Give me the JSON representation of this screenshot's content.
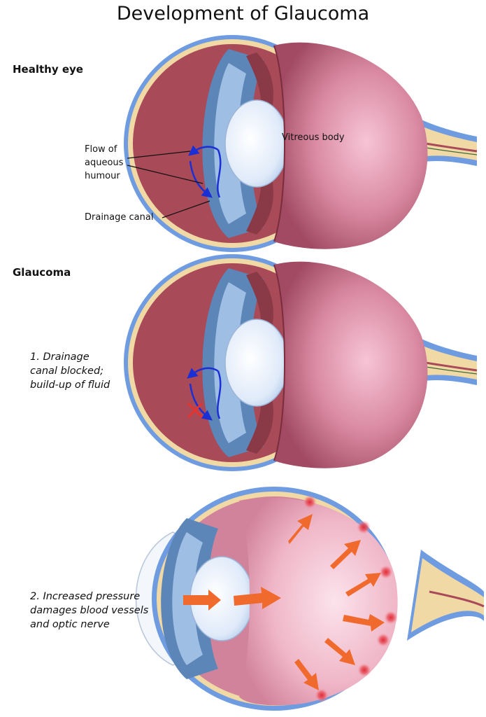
{
  "title": "Development of Glaucoma",
  "sections": {
    "healthy": "Healthy eye",
    "glaucoma": "Glaucoma"
  },
  "labels": {
    "flow_line1": "Flow of",
    "flow_line2": "aqueous",
    "flow_line3": "humour",
    "drainage": "Drainage canal",
    "vitreous": "Vitreous body"
  },
  "captions": {
    "blocked_line1": "1. Drainage",
    "blocked_line2": "canal blocked;",
    "blocked_line3": "build-up of fluid",
    "pressure_line1": "2. Increased pressure",
    "pressure_line2": "damages blood vessels",
    "pressure_line3": "and optic nerve"
  },
  "colors": {
    "sclera": "#6f9be0",
    "choroid": "#f1d9a6",
    "retina": "#a84a58",
    "vitreous": "#c56b85",
    "lens": "#dce9f8",
    "flow_arrow": "#1a2fd6",
    "pressure_arrow": "#f06a2e",
    "damage": "#e02b36",
    "block_mark": "#e8322e"
  }
}
